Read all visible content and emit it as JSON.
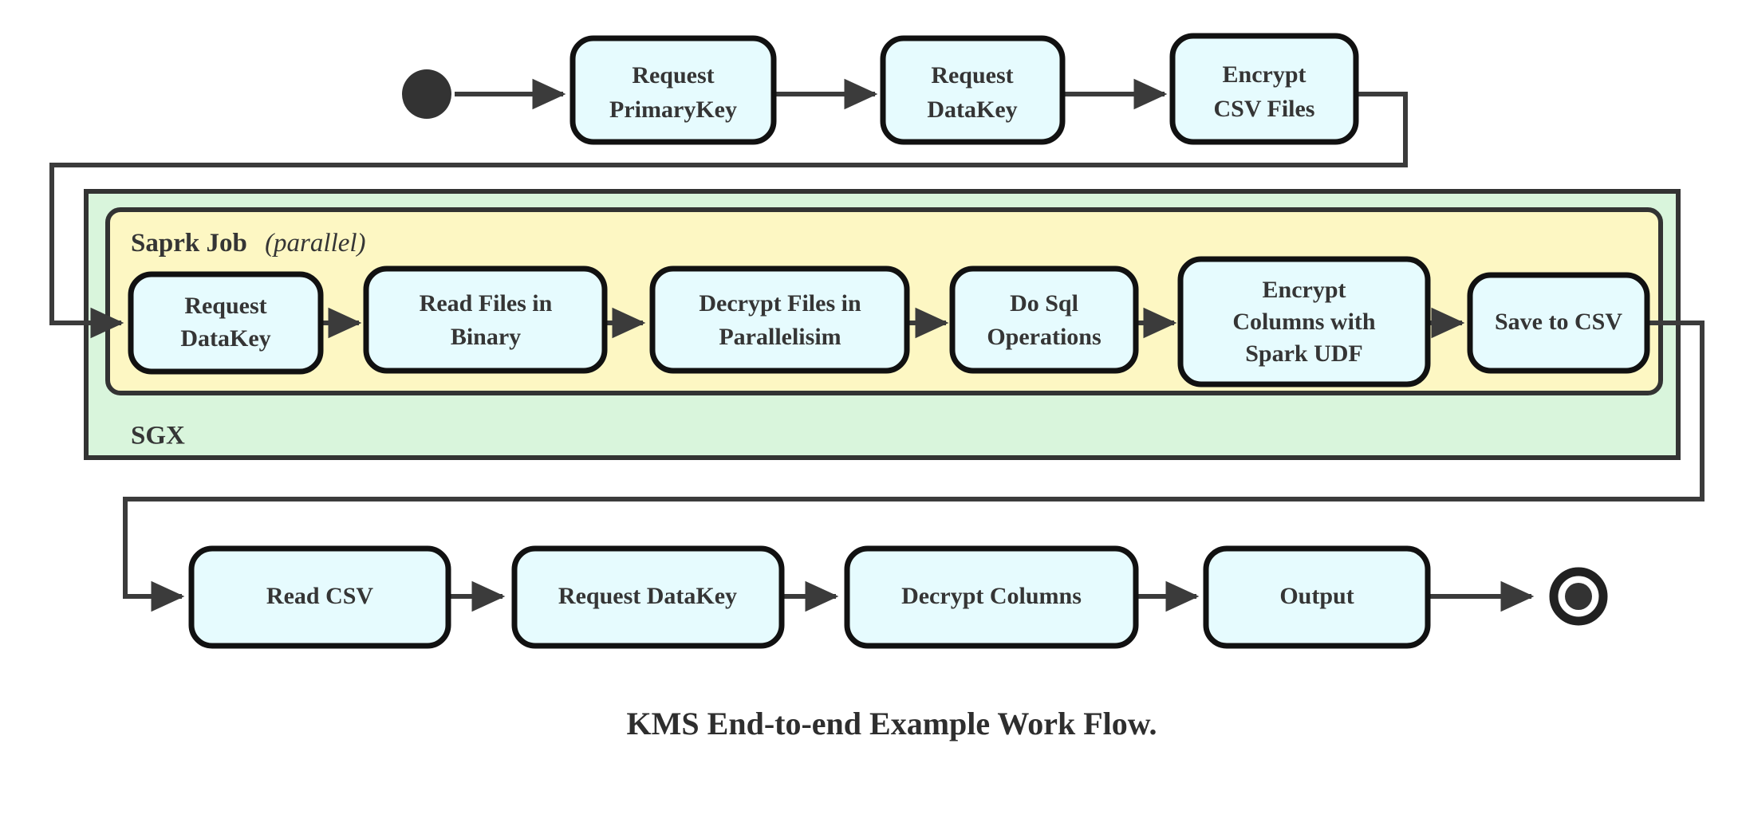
{
  "diagram": {
    "caption": "KMS End-to-end Example Work Flow.",
    "colors": {
      "node_fill": "#e6fbfe",
      "node_stroke": "#111111",
      "sgx_fill": "#d9f5dc",
      "spark_fill": "#fdf7c3",
      "line": "#3b3b3b",
      "text": "#353535",
      "background": "#ffffff"
    },
    "start_node": {
      "name": "start",
      "shape": "filled-circle"
    },
    "end_node": {
      "name": "end",
      "shape": "ringed-filled-circle"
    },
    "containers": {
      "sgx": {
        "label": "SGX"
      },
      "spark": {
        "label_bold": "Saprk Job",
        "label_italic": "(parallel)"
      }
    },
    "rows": {
      "top": [
        {
          "id": "request-primarykey",
          "lines": [
            "Request",
            "PrimaryKey"
          ]
        },
        {
          "id": "request-datakey-top",
          "lines": [
            "Request",
            "DataKey"
          ]
        },
        {
          "id": "encrypt-csv-files",
          "lines": [
            "Encrypt",
            "CSV Files"
          ]
        }
      ],
      "spark": [
        {
          "id": "request-datakey-spark",
          "lines": [
            "Request",
            "DataKey"
          ]
        },
        {
          "id": "read-files-in-binary",
          "lines": [
            "Read Files in",
            "Binary"
          ]
        },
        {
          "id": "decrypt-files-in-parallelisim",
          "lines": [
            "Decrypt Files in",
            "Parallelisim"
          ]
        },
        {
          "id": "do-sql-operations",
          "lines": [
            "Do Sql",
            "Operations"
          ]
        },
        {
          "id": "encrypt-columns-with-spark-udf",
          "lines": [
            "Encrypt",
            "Columns with",
            "Spark UDF"
          ]
        },
        {
          "id": "save-to-csv",
          "lines": [
            "Save to CSV"
          ]
        }
      ],
      "bottom": [
        {
          "id": "read-csv",
          "lines": [
            "Read CSV"
          ]
        },
        {
          "id": "request-datakey-bottom",
          "lines": [
            "Request DataKey"
          ]
        },
        {
          "id": "decrypt-columns",
          "lines": [
            "Decrypt Columns"
          ]
        },
        {
          "id": "output",
          "lines": [
            "Output"
          ]
        }
      ]
    }
  }
}
